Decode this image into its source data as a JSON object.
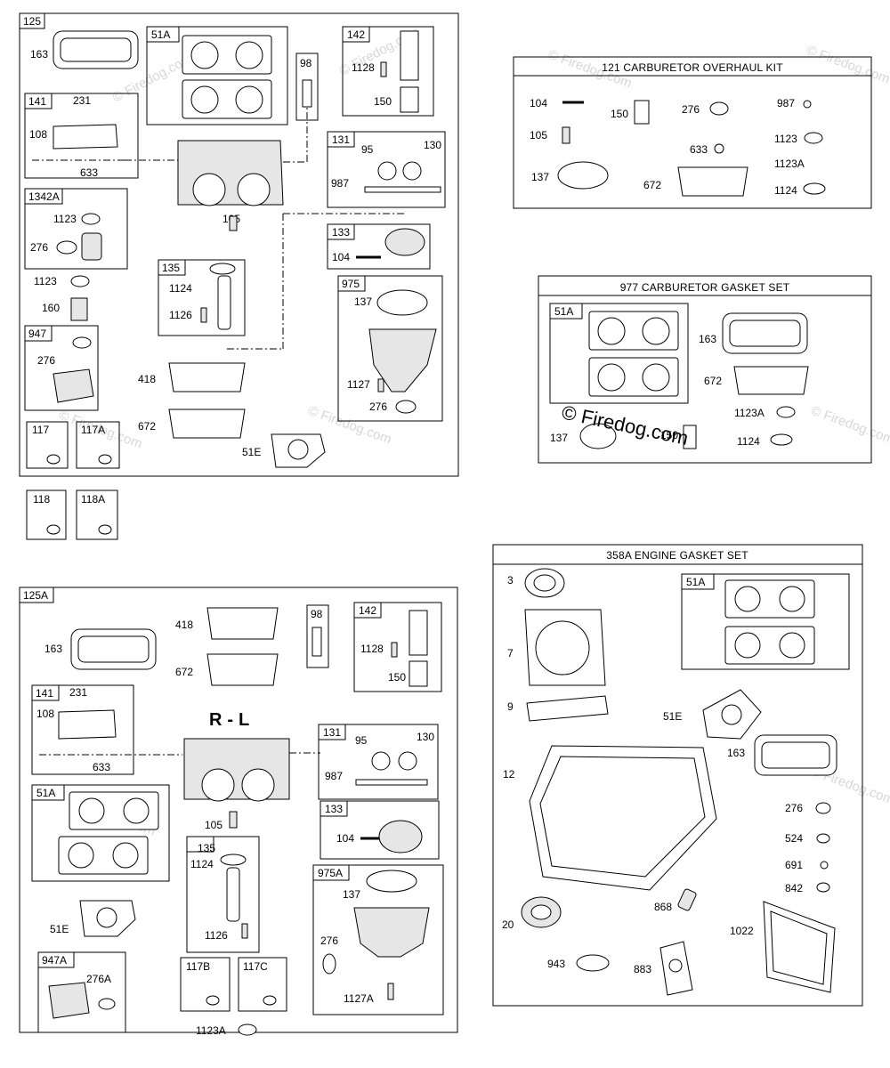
{
  "watermark": "© Firedog.com",
  "watermark_dark": "© Firedog.com",
  "kit121": {
    "title": "121 CARBURETOR OVERHAUL KIT",
    "parts": [
      "104",
      "105",
      "137",
      "150",
      "276",
      "633",
      "672",
      "987",
      "1123",
      "1123A",
      "1124"
    ]
  },
  "kit977": {
    "title": "977 CARBURETOR GASKET SET",
    "parts": [
      "51A",
      "137",
      "150",
      "163",
      "672",
      "1123A",
      "1124"
    ]
  },
  "kit358A": {
    "title": "358A ENGINE GASKET SET",
    "parts": [
      "3",
      "7",
      "9",
      "12",
      "20",
      "51A",
      "51E",
      "163",
      "276",
      "524",
      "691",
      "842",
      "868",
      "883",
      "943",
      "1022"
    ]
  },
  "assembly125": {
    "tag": "125",
    "labels": [
      "163",
      "51A",
      "98",
      "142",
      "1128",
      "150",
      "141",
      "231",
      "108",
      "633",
      "131",
      "95",
      "130",
      "987",
      "1342A",
      "1123",
      "276",
      "105",
      "133",
      "104",
      "135",
      "1124",
      "1126",
      "975",
      "137",
      "1123",
      "160",
      "947",
      "276",
      "1127",
      "418",
      "672",
      "51E",
      "117",
      "117A"
    ]
  },
  "loose": [
    "118",
    "118A"
  ],
  "assembly125A": {
    "tag": "125A",
    "orientation": "R - L",
    "labels": [
      "418",
      "98",
      "142",
      "163",
      "672",
      "1128",
      "150",
      "141",
      "231",
      "108",
      "633",
      "131",
      "95",
      "130",
      "987",
      "51A",
      "105",
      "133",
      "104",
      "135",
      "1124",
      "975A",
      "137",
      "51E",
      "276",
      "1126",
      "947A",
      "276A",
      "117B",
      "117C",
      "1127A",
      "1123A"
    ]
  }
}
